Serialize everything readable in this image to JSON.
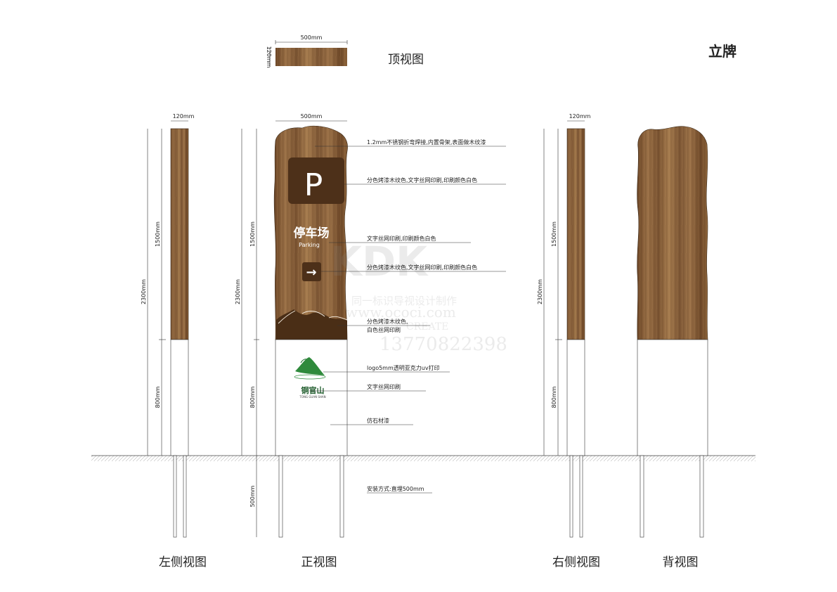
{
  "title": "立牌",
  "top_view": {
    "label": "顶视图",
    "width": "500mm",
    "depth": "120mm"
  },
  "views": {
    "left": "左侧视图",
    "front": "正视图",
    "right": "右侧视图",
    "back": "背视图"
  },
  "dimensions": {
    "side_width": "120mm",
    "front_width": "500mm",
    "total_height": "2300mm",
    "upper_height": "1500mm",
    "lower_height": "800mm",
    "buried_depth": "500mm"
  },
  "sign": {
    "parking_symbol": "P",
    "name_cn": "停车场",
    "name_en": "Parking",
    "arrow": "→",
    "logo_text": "铜官山",
    "logo_sub": "TONG GUAN SHAN"
  },
  "annotations": [
    "1.2mm不锈钢折弯焊接,内置骨架,表面做木纹漆",
    "分色烤漆木纹色,文字丝网印刷,印刷颜色白色",
    "文字丝网印刷,印刷颜色白色",
    "分色烤漆木纹色,文字丝网印刷,印刷颜色白色",
    "分色烤漆木纹色,",
    "白色丝网印刷",
    "logo5mm透明亚克力uv打印",
    "文字丝网印刷",
    "仿石材漆",
    "安装方式:直埋500mm"
  ],
  "watermark": {
    "line1": "同一标识导视设计制作",
    "line2": "www.ococi.com",
    "line3": "CREATE",
    "phone": "13770822398"
  },
  "colors": {
    "wood_dark": "#5a3a1e",
    "wood_mid": "#8a6238",
    "wood_light": "#a67c4e",
    "logo_green": "#2f8a3c"
  }
}
